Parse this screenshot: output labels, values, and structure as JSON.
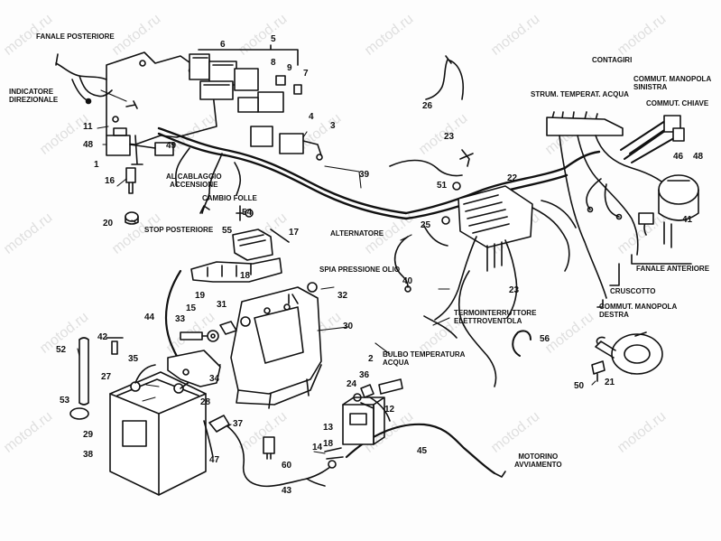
{
  "watermark": "motod.ru",
  "labels": {
    "fanale_posteriore": "FANALE POSTERIORE",
    "indicatore_direzionale": "INDICATORE\nDIREZIONALE",
    "al_cablaggio": "AL CABLAGGIO\nACCENSIONE",
    "cambio_folle": "CAMBIO FOLLE",
    "stop_posteriore": "STOP POSTERIORE",
    "alternatore": "ALTERNATORE",
    "spia_pressione_olio": "SPIA PRESSIONE OLIO",
    "contagiri": "CONTAGIRI",
    "strum_temperat_acqua": "STRUM. TEMPERAT. ACQUA",
    "commut_manopola_sinistra": "COMMUT. MANOPOLA\nSINISTRA",
    "commut_chiave": "COMMUT. CHIAVE",
    "fanale_anteriore": "FANALE ANTERIORE",
    "cruscotto": "CRUSCOTTO",
    "commut_manopola_destra": "COMMUT. MANOPOLA\nDESTRA",
    "termointerruttore": "TERMOINTERRUTTORE\nELETTROVENTOLA",
    "bulbo_temperatura": "BULBO TEMPERATURA\nACQUA",
    "motorino_avviamento": "MOTORINO\nAVVIAMENTO"
  },
  "numbers": {
    "n1": "1",
    "n2": "2",
    "n3": "3",
    "n4": "4",
    "n5": "5",
    "n6": "6",
    "n7": "7",
    "n8": "8",
    "n9": "9",
    "n11": "11",
    "n12": "12",
    "n13": "13",
    "n14": "14",
    "n15": "15",
    "n16": "16",
    "n17": "17",
    "n18": "18",
    "n19": "19",
    "n20": "20",
    "n21": "21",
    "n22": "22",
    "n23a": "23",
    "n23b": "23",
    "n24": "24",
    "n25": "25",
    "n26": "26",
    "n27": "27",
    "n28": "28",
    "n29": "29",
    "n30": "30",
    "n31": "31",
    "n32": "32",
    "n33": "33",
    "n34": "34",
    "n35": "35",
    "n36": "36",
    "n37": "37",
    "n38": "38",
    "n39": "39",
    "n40": "40",
    "n41": "41",
    "n42": "42",
    "n43": "43",
    "n44": "44",
    "n45": "45",
    "n46": "46",
    "n47": "47",
    "n48a": "48",
    "n48b": "48",
    "n49": "49",
    "n50": "50",
    "n51": "51",
    "n52": "52",
    "n53": "53",
    "n54": "54",
    "n55": "55",
    "n56": "56",
    "n60": "60"
  }
}
